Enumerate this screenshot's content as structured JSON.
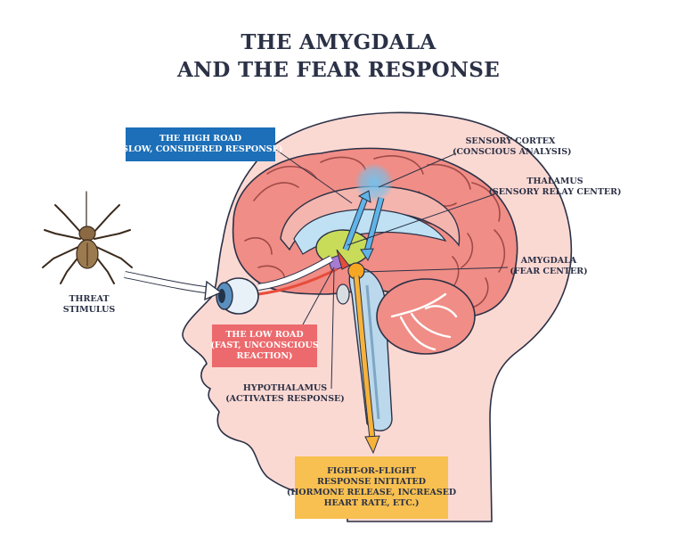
{
  "title": {
    "line1": "THE AMYGDALA",
    "line2": "AND THE FEAR RESPONSE"
  },
  "labels": {
    "high_road": [
      "THE HIGH ROAD",
      "(SLOW, CONSIDERED RESPONSE)"
    ],
    "low_road": [
      "THE LOW ROAD",
      "(FAST, UNCONSCIOUS",
      "REACTION)"
    ],
    "sensory_cortex": [
      "SENSORY CORTEX",
      "(CONSCIOUS ANALYSIS)"
    ],
    "thalamus": [
      "THALAMUS",
      "(SENSORY RELAY CENTER)"
    ],
    "amygdala": [
      "AMYGDALA",
      "(FEAR CENTER)"
    ],
    "threat": [
      "THREAT",
      "STIMULUS"
    ],
    "hypothalamus": [
      "HYPOTHALAMUS",
      "(ACTIVATES RESPONSE)"
    ],
    "fight_or_flight": [
      "FIGHT-OR-FLIGHT",
      "RESPONSE INITIATED",
      "(HORMONE RELEASE, INCREASED",
      "HEART RATE, ETC.)"
    ]
  },
  "colors": {
    "title": "#2b3146",
    "high_road_box": "#1c6fb8",
    "low_road_box": "#ec6a6d",
    "fight_box": "#f8c050",
    "head_skin": "#fbd9d3",
    "brain": "#f08d86",
    "thalamus": "#c8dc5a",
    "cortex_glow": "#6fc3f0"
  },
  "icons": {
    "stimulus": "spider-icon",
    "eye": "eye-icon"
  }
}
